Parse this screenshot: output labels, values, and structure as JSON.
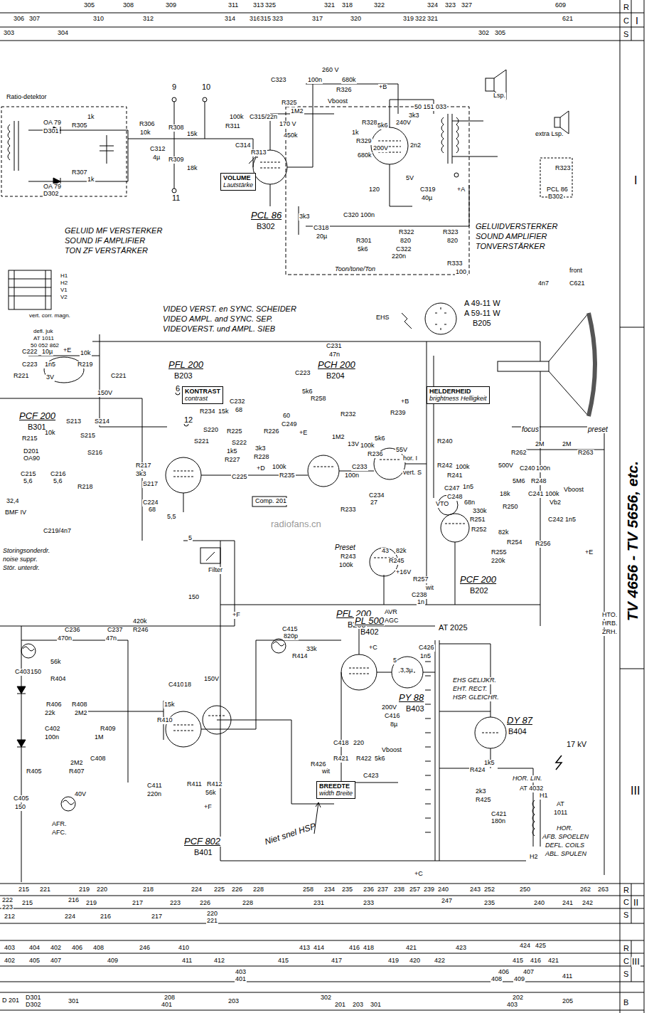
{
  "diagram": {
    "nodes": [
      {
        "text": [
          "VOLUME",
          "Lautstärke"
        ]
      },
      {
        "text": [
          "KONTRAST",
          "contrast"
        ]
      },
      {
        "text": [
          "HELDERHEID",
          "brightness Helligkeit"
        ]
      },
      {
        "text": [
          "BREEDTE",
          "width Breite"
        ]
      }
    ],
    "labels": [
      "305",
      "308",
      "309",
      "311",
      "313",
      "325",
      "321",
      "318",
      "322",
      "324",
      "323",
      "327",
      "609",
      "306",
      "307",
      "310",
      "312",
      "314",
      "316",
      "315",
      "323",
      "317",
      "320",
      "319",
      "322",
      "321",
      "621",
      "303",
      "304",
      "302",
      "305",
      "R",
      "C",
      "S",
      "I",
      "I",
      "III",
      "TV 4656 - TV 5656, etc.",
      "Ratio-detektor",
      "9",
      "10",
      "11",
      "OA 79",
      "D301",
      "R305",
      "1k",
      "R307",
      "1k",
      "OA 79",
      "D302",
      "R306",
      "10k",
      "R308",
      "15k",
      "R309",
      "18k",
      "C312",
      "4µ",
      "R311",
      "100k",
      "C315/22n",
      "450k",
      "C314",
      "R313",
      "260 V",
      "C323",
      "100n",
      "R326",
      "680k",
      "R325",
      "1M2",
      "Vboost",
      "+B",
      "170 V",
      "PCL 86",
      "B302",
      "3k3",
      "C318",
      "20µ",
      "R328",
      "1k",
      "R329",
      "680k",
      "5k6",
      "240V",
      "200V",
      "5V",
      "120",
      "C319",
      "40µ",
      "3k3",
      "2n2",
      "+A",
      "Lsp.",
      "extra Lsp.",
      "50 151 033",
      "C320",
      "100n",
      "R301",
      "5k6",
      "R322",
      "820",
      "R323",
      "820",
      "C322",
      "220n",
      "R333",
      "100",
      "Toon/tone/Ton",
      "R323",
      "PCL 86",
      "B302",
      "GELUIDVERSTERKER",
      "SOUND AMPLIFIER",
      "TONVERSTÄRKER",
      "GELUID MF VERSTERKER",
      "SOUND IF AMPLIFIER",
      "TON ZF VERSTÄRKER",
      "front",
      "C621",
      "4n7",
      "EHS",
      "A 49-11 W",
      "A 59-11 W",
      "B205",
      "VIDEO VERST. en SYNC. SCHEIDER",
      "VIDEO AMPL. and SYNC. SEP.",
      "VIDEOVERST. und AMPL. SIEB",
      "defl. juk",
      "AT 1011",
      "50 052 862",
      "H1",
      "H2",
      "V1",
      "V2",
      "vert. corr. magn.",
      "C222",
      "10µ",
      "+E",
      "R219",
      "10k",
      "C223",
      "1n5",
      "R221",
      "3V",
      "PCF 200",
      "B301",
      "150V",
      "C221",
      "R215",
      "10k",
      "D201",
      "OA90",
      "C215",
      "5,6",
      "C216",
      "5,6",
      "BMF IV",
      "32,4",
      "C219/4n7",
      "Storingsonderdr.",
      "noise suppr.",
      "Stör. unterdr.",
      "S213",
      "S214",
      "S215",
      "S216",
      "R217",
      "3k3",
      "S217",
      "R218",
      "PFL 200",
      "B203",
      "6",
      "12",
      "R234",
      "15k",
      "S220",
      "S221",
      "S222",
      "R227",
      "1k5",
      "3k3",
      "R228",
      "C232",
      "68",
      "R225",
      "R226",
      "C249",
      "60",
      "+E",
      "+D",
      "C225",
      "Comp. 201",
      "R235",
      "100k",
      "C224",
      "68",
      "5,5",
      "Filter",
      "5",
      "150",
      "PCH 200",
      "B204",
      "C231",
      "47n",
      "C223",
      "5k6",
      "R258",
      "+B",
      "R232",
      "1M2",
      "13V",
      "R233",
      "R236",
      "100k",
      "C233",
      "100n",
      "C234",
      "27",
      "R239",
      "5k6",
      "55V",
      "hor. I",
      "vert. S",
      "R240",
      "R242",
      "R241",
      "100k",
      "C247",
      "1n5",
      "C248",
      "68n",
      "VTO",
      "R251",
      "330k",
      "R252",
      "82k",
      "+E",
      "R255",
      "220k",
      "R254",
      "R256",
      "PCF 200",
      "B202",
      "HTO.",
      "HRB.",
      "ZRH.",
      "focus",
      "preset",
      "R262",
      "2M",
      "R263",
      "2M",
      "C240",
      "100n",
      "500V",
      "R248",
      "5M6",
      "18k",
      "C241",
      "100k",
      "Vboost",
      "Vb2",
      "R250",
      "C242",
      "1n5",
      "Preset",
      "R243",
      "100k",
      "43",
      "82k",
      "R245",
      "+16V",
      "R257",
      "wit",
      "C238",
      "1n",
      "AVR",
      "AGC",
      "PFL 200",
      "B203",
      "R246",
      "420k",
      "C236",
      "C237",
      "470n",
      "47n",
      "radiofans.cn",
      "+F",
      "C415",
      "820p",
      "R414",
      "33k",
      "PL 500",
      "B402",
      "+C",
      "5",
      "3,3µ",
      "C426",
      "1n5",
      "AT 2025",
      "PY 88",
      "B403",
      "C416",
      "8µ",
      "200V",
      "EHS GELIJKR.",
      "EHT. RECT.",
      "HSP. GLEICHR.",
      "DY 87",
      "B404",
      "17 kV",
      "C418",
      "220",
      "R421",
      "R422",
      "5k6",
      "Vboost",
      "C423",
      "wit",
      "R426",
      "R424",
      "1k5",
      "HOR. LIN.",
      "AT 4032",
      "2k3",
      "R425",
      "C421",
      "180n",
      "AT",
      "1011",
      "H1",
      "H2",
      "HOR.",
      "AFB. SPOELEN",
      "DEFL. COILS",
      "ABL. SPULEN",
      "+C",
      "PCF 802",
      "B401",
      "+F",
      "AFR.",
      "AFC.",
      "C403",
      "150",
      "56k",
      "R404",
      "R406",
      "22k",
      "R408",
      "2M2",
      "C402",
      "100n",
      "R405",
      "R407",
      "2M2",
      "C405",
      "150",
      "40V",
      "R409",
      "1M",
      "C408",
      "15k",
      "R410",
      "C410",
      "18",
      "150V",
      "C411",
      "220n",
      "R411",
      "R412",
      "56k",
      "Niet snel HSP",
      "215",
      "221",
      "219",
      "220",
      "218",
      "224",
      "225",
      "226",
      "228",
      "258",
      "234",
      "235",
      "236",
      "237",
      "238",
      "257",
      "239",
      "240",
      "243",
      "252",
      "250",
      "262",
      "263",
      "222",
      "223",
      "215",
      "216",
      "219",
      "217",
      "223",
      "226",
      "228",
      "231",
      "233",
      "247",
      "235",
      "240",
      "241",
      "242",
      "212",
      "224",
      "216",
      "217",
      "220",
      "221",
      "R",
      "C",
      "S",
      "II",
      "403",
      "404",
      "402",
      "406",
      "408",
      "246",
      "410",
      "413",
      "414",
      "416",
      "418",
      "421",
      "423",
      "424",
      "425",
      "402",
      "405",
      "407",
      "409",
      "411",
      "412",
      "415",
      "417",
      "419",
      "420",
      "422",
      "415",
      "416",
      "421",
      "403",
      "401",
      "406",
      "407",
      "408",
      "409",
      "411",
      "R",
      "C",
      "S",
      "III",
      "D 201",
      "D301",
      "D302",
      "301",
      "208",
      "401",
      "203",
      "302",
      "201",
      "203",
      "301",
      "202",
      "403",
      "205",
      "B"
    ]
  }
}
